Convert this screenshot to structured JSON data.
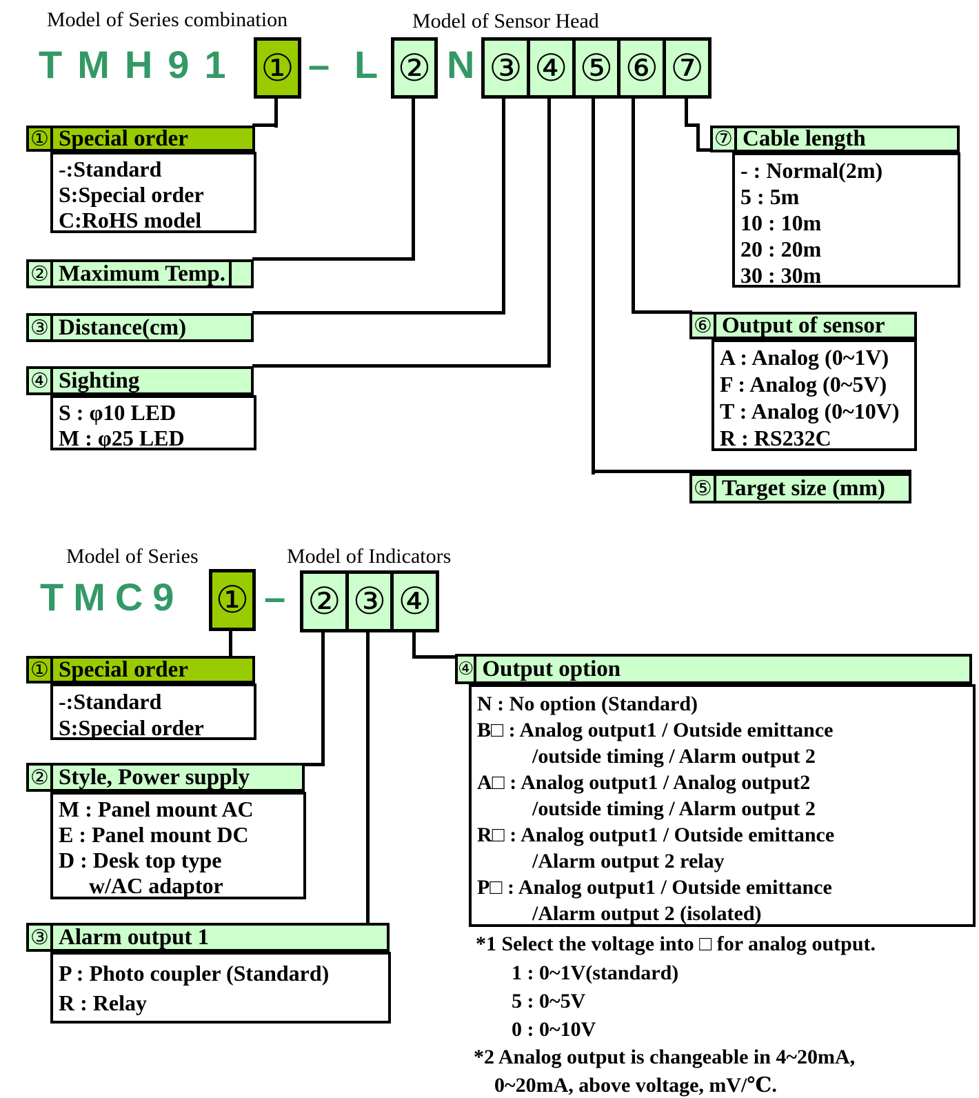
{
  "colors": {
    "accent_olive": "#99cc00",
    "accent_mint": "#ccffcc",
    "serial_teal": "#339966"
  },
  "top": {
    "title_combination": "Model of Series combination",
    "title_sensor_head": "Model of Sensor Head",
    "serial": "TMH91",
    "dash": "–",
    "letter_l": "L",
    "letter_n": "N",
    "codes": {
      "c1": "①",
      "c2": "②",
      "row": [
        "③",
        "④",
        "⑤",
        "⑥",
        "⑦"
      ]
    },
    "boxes": {
      "special_order": {
        "num": "①",
        "title": "Special order",
        "items": [
          "-:Standard",
          "S:Special order",
          "C:RoHS model"
        ]
      },
      "max_temp": {
        "num": "②",
        "title": "Maximum Temp."
      },
      "distance": {
        "num": "③",
        "title": "Distance(cm)"
      },
      "sighting": {
        "num": "④",
        "title": "Sighting",
        "items": [
          "S : φ10 LED",
          "M : φ25 LED"
        ]
      },
      "target_size": {
        "num": "⑤",
        "title": "Target size (mm)"
      },
      "output_sensor": {
        "num": "⑥",
        "title": "Output of sensor",
        "items": [
          "A : Analog (0~1V)",
          "F : Analog (0~5V)",
          "T : Analog (0~10V)",
          "R : RS232C"
        ]
      },
      "cable_length": {
        "num": "⑦",
        "title": "Cable length",
        "items": [
          "- : Normal(2m)",
          "5 : 5m",
          "10 : 10m",
          "20 : 20m",
          "30 : 30m"
        ]
      }
    }
  },
  "bottom": {
    "title_series": "Model of Series",
    "title_indicators": "Model of Indicators",
    "serial": "TMC9",
    "dash": "–",
    "codes": {
      "c1": "①",
      "row": [
        "②",
        "③",
        "④"
      ]
    },
    "boxes": {
      "special_order": {
        "num": "①",
        "title": "Special order",
        "items": [
          "-:Standard",
          "S:Special order"
        ]
      },
      "style_power": {
        "num": "②",
        "title": "Style, Power supply",
        "items": [
          "M : Panel mount AC",
          "E : Panel mount DC",
          "D : Desk top type",
          "w/AC adaptor"
        ]
      },
      "alarm_output": {
        "num": "③",
        "title": "Alarm output 1",
        "items": [
          "P : Photo coupler (Standard)",
          "R : Relay"
        ]
      },
      "output_option": {
        "num": "④",
        "title": "Output option",
        "items": [
          "N : No option (Standard)",
          "B□ : Analog output1 / Outside emittance",
          "/outside timing / Alarm output 2",
          "A□ : Analog output1 / Analog output2",
          "/outside timing / Alarm output 2",
          "R□ : Analog output1 / Outside emittance",
          "/Alarm output 2 relay",
          "P□ : Analog output1 / Outside emittance",
          "/Alarm output 2 (isolated)"
        ]
      }
    },
    "notes": [
      "*1 Select the voltage into □ for analog output.",
      "1 : 0~1V(standard)",
      "5 : 0~5V",
      "0 : 0~10V",
      "*2 Analog output is changeable in 4~20mA,",
      "0~20mA, above voltage, mV/℃."
    ]
  }
}
